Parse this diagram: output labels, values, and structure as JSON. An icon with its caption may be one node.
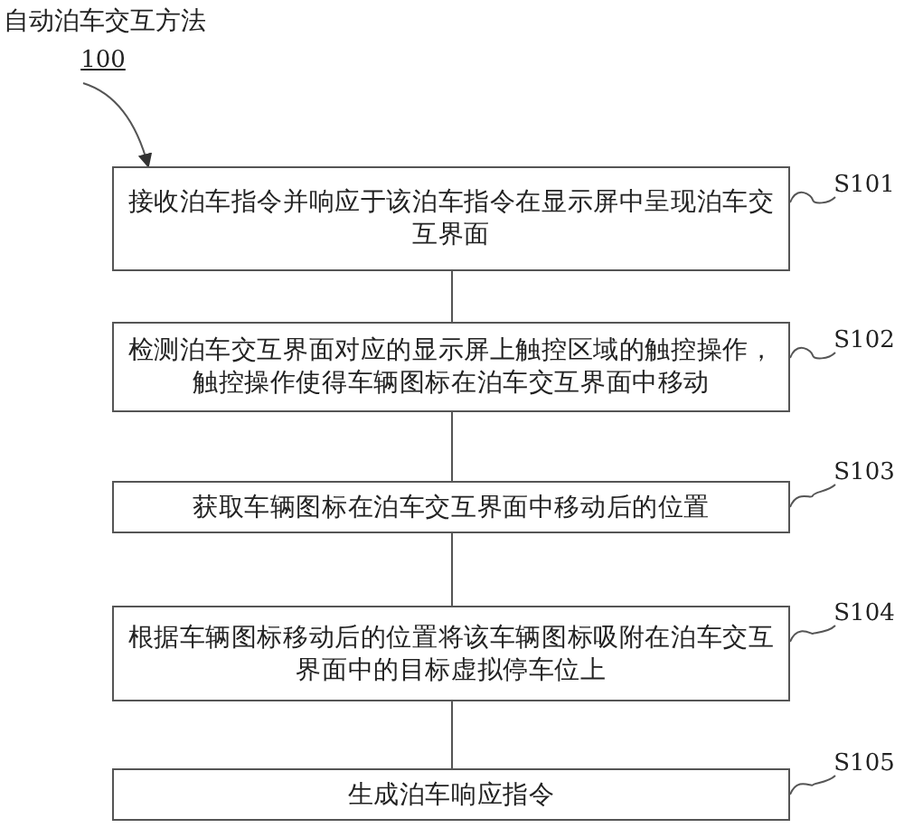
{
  "diagram": {
    "title": "自动泊车交互方法",
    "nodes": [
      {
        "text": [
          "接收泊车指令并响应于该泊车指令在显示屏中呈现泊车交互界面"
        ]
      },
      {
        "text": [
          "检测泊车交互界面对应的显示屏上触控区域的触控操作，触控操作使得车辆图标在泊车交互界面中移动"
        ]
      },
      {
        "text": [
          "获取车辆图标在泊车交互界面中移动后的位置"
        ]
      },
      {
        "text": [
          "根据车辆图标移动后的位置将该车辆图标吸附在泊车交互界面中的目标虚拟停车位上"
        ]
      },
      {
        "text": [
          "生成泊车响应指令"
        ]
      },
      {
        "text": [
          "S101"
        ]
      },
      {
        "text": [
          "S102"
        ]
      },
      {
        "text": [
          "S103"
        ]
      },
      {
        "text": [
          "S104"
        ]
      },
      {
        "text": [
          "S105"
        ]
      },
      {
        "text": [
          "100"
        ]
      }
    ],
    "edges": [
      {
        "from": 0,
        "to": 1,
        "arrow": "none"
      },
      {
        "from": 1,
        "to": 2,
        "arrow": "none"
      },
      {
        "from": 2,
        "to": 3,
        "arrow": "none"
      },
      {
        "from": 3,
        "to": 4,
        "arrow": "none"
      },
      {
        "from": 5,
        "to": 0,
        "arrow": "none"
      },
      {
        "from": 6,
        "to": 1,
        "arrow": "none"
      },
      {
        "from": 7,
        "to": 2,
        "arrow": "none"
      },
      {
        "from": 8,
        "to": 3,
        "arrow": "none"
      },
      {
        "from": 9,
        "to": 4,
        "arrow": "none"
      },
      {
        "from": 10,
        "to": 0,
        "arrow": "to"
      }
    ]
  }
}
